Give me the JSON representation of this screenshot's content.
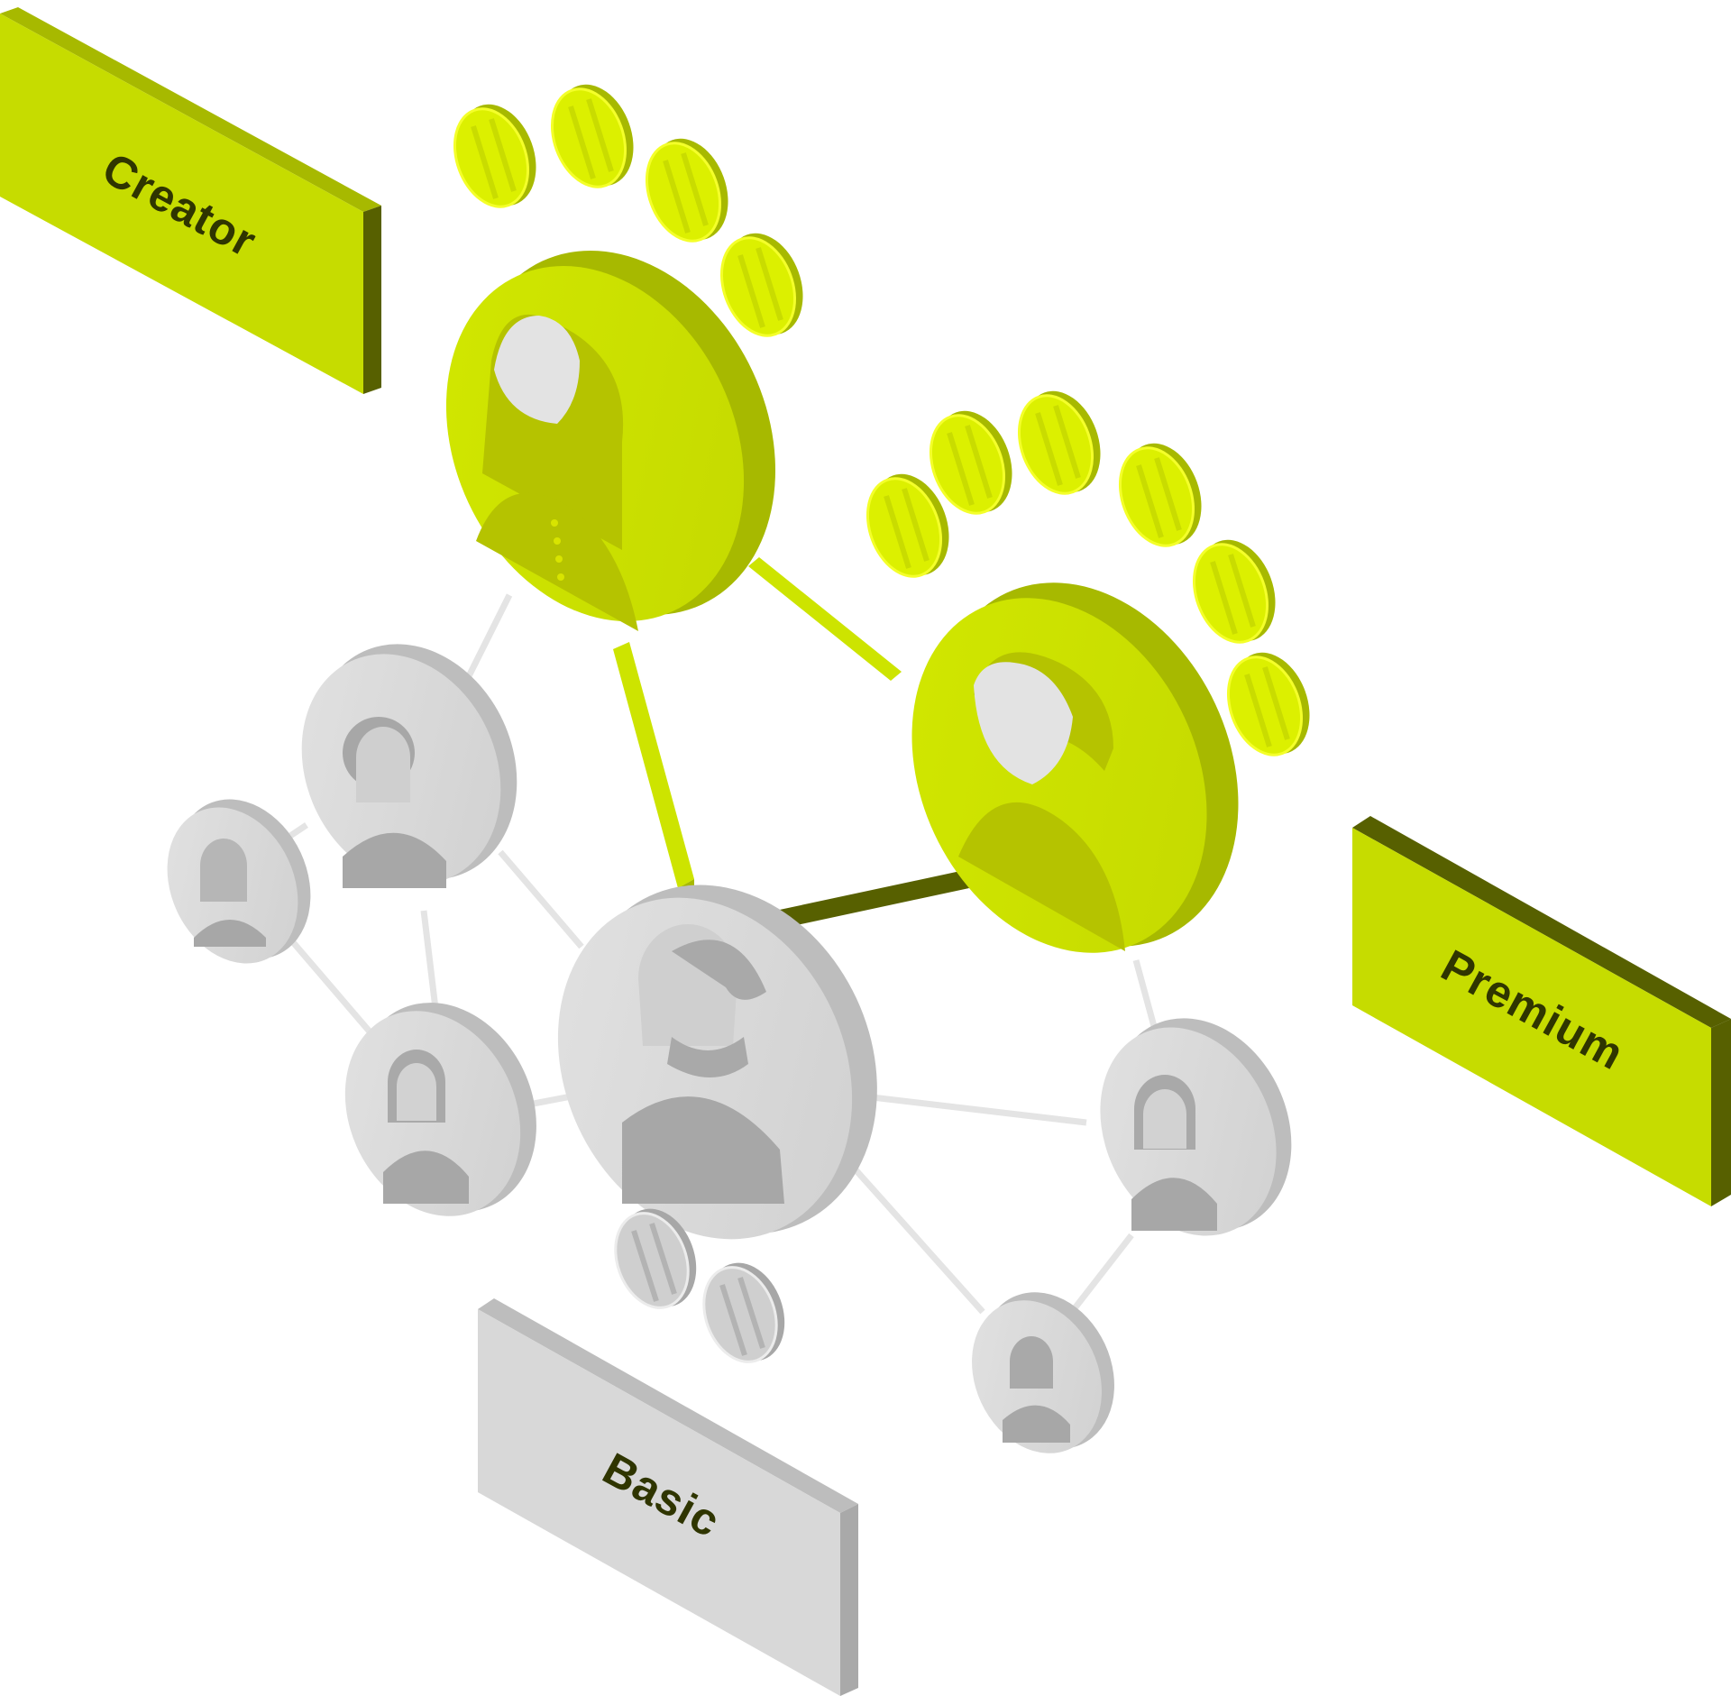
{
  "colors": {
    "lime_face": "#cde400",
    "lime_side": "#a7b900",
    "lime_dark": "#576000",
    "lime_shade": "#b5c300",
    "coin_face": "#dcf000",
    "coin_edge": "#f4ff2a",
    "grey_face": "#d8d8d8",
    "grey_side": "#bdbdbd",
    "grey_shade": "#a7a7a7",
    "label_text": "#2f3500"
  },
  "labels": {
    "creator": "Creator",
    "premium": "Premium",
    "basic": "Basic"
  },
  "icons": {
    "creator_avatar": "woman-avatar-icon",
    "premium_avatar": "man-avatar-icon",
    "basic_avatar": "bearded-man-avatar-icon",
    "coin": "coin-icon"
  }
}
